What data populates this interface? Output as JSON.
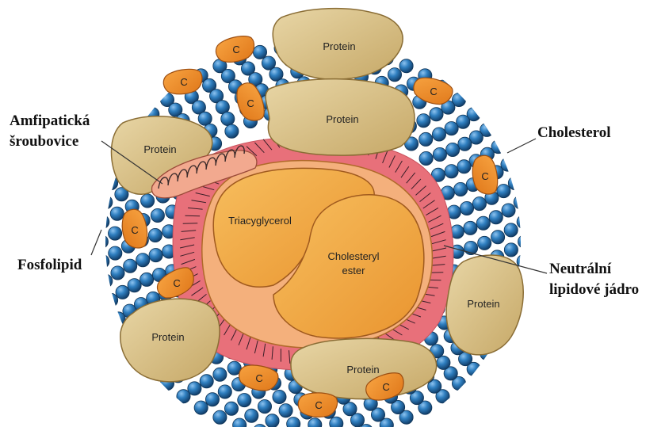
{
  "callouts": {
    "amphipathic_line1": "Amfipatická",
    "amphipathic_line2": "šroubovice",
    "cholesterol": "Cholesterol",
    "phospholipid": "Fosfolipid",
    "neutral_line1": "Neutrální",
    "neutral_line2": "lipidové jádro"
  },
  "proteins": {
    "top": "Protein",
    "upper_middle": "Protein",
    "left": "Protein",
    "lower_left": "Protein",
    "right": "Protein",
    "bottom": "Protein"
  },
  "core": {
    "triacylglycerol": "Triacyglycerol",
    "cholesteryl_line1": "Cholesteryl",
    "cholesteryl_line2": "ester"
  },
  "cholesterol_marker": "C",
  "colors": {
    "phospholipid_head": "#1f6aa8",
    "protein": "#d8c08a",
    "cholesterol_patch": "#ee8a1e",
    "core_region": "#e8707a",
    "core_lipid": "#f3a94a",
    "helix_band": "#f2a98f"
  }
}
